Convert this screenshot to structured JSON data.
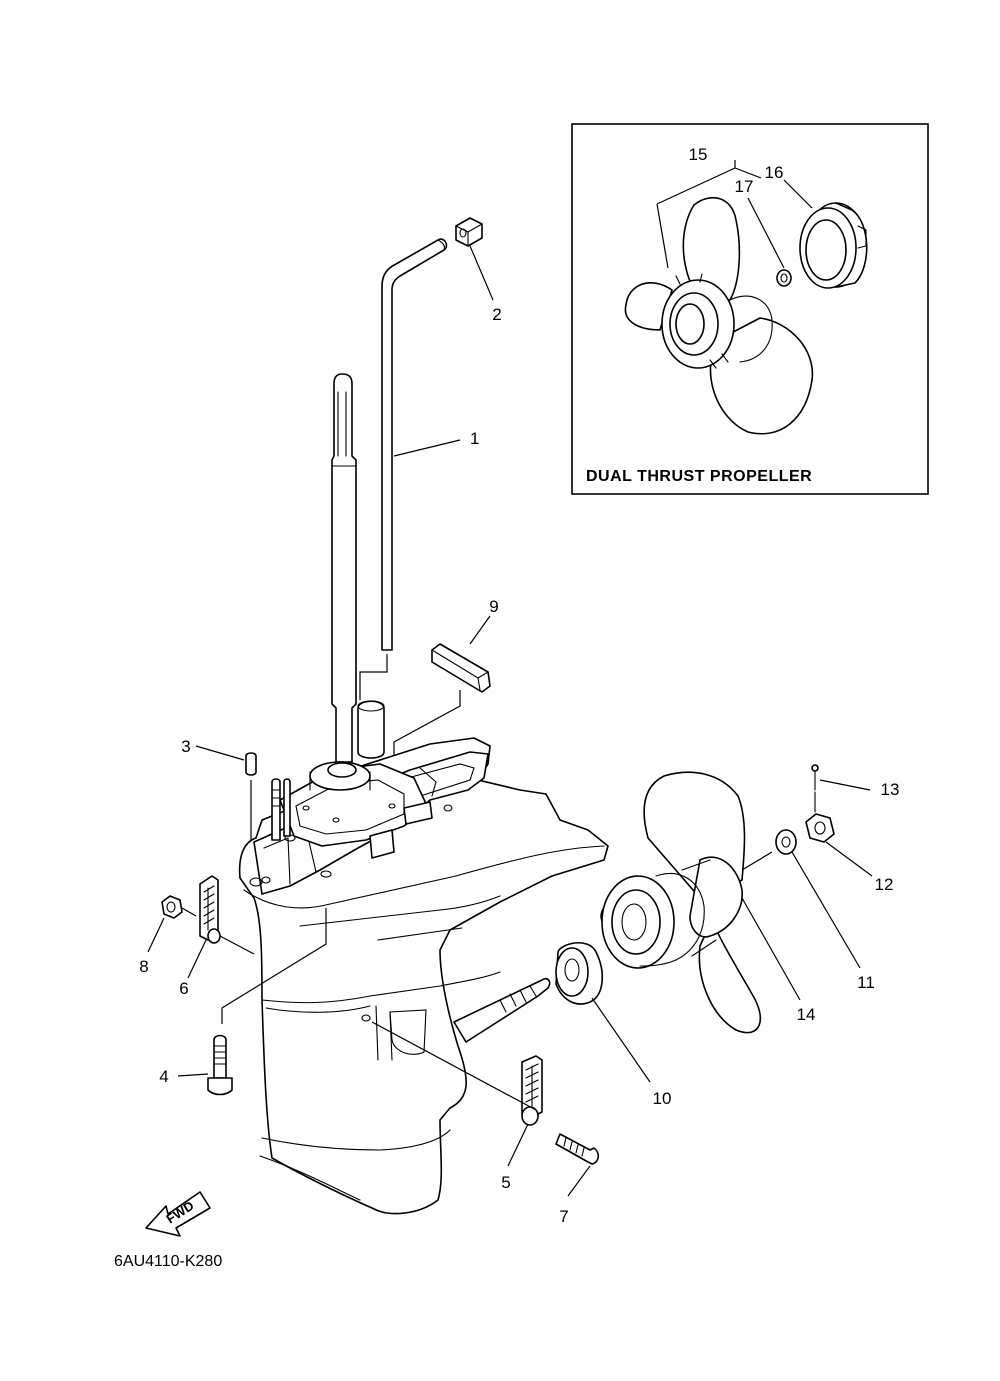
{
  "inset": {
    "title": "DUAL THRUST PROPELLER"
  },
  "diagram_code": "6AU4110-K280",
  "fwd_label": "FWD",
  "callouts": {
    "c1": "1",
    "c2": "2",
    "c3": "3",
    "c4": "4",
    "c5": "5",
    "c6": "6",
    "c7": "7",
    "c8": "8",
    "c9": "9",
    "c10": "10",
    "c11": "11",
    "c12": "12",
    "c13": "13",
    "c14": "14",
    "c15": "15",
    "c16": "16",
    "c17": "17"
  }
}
